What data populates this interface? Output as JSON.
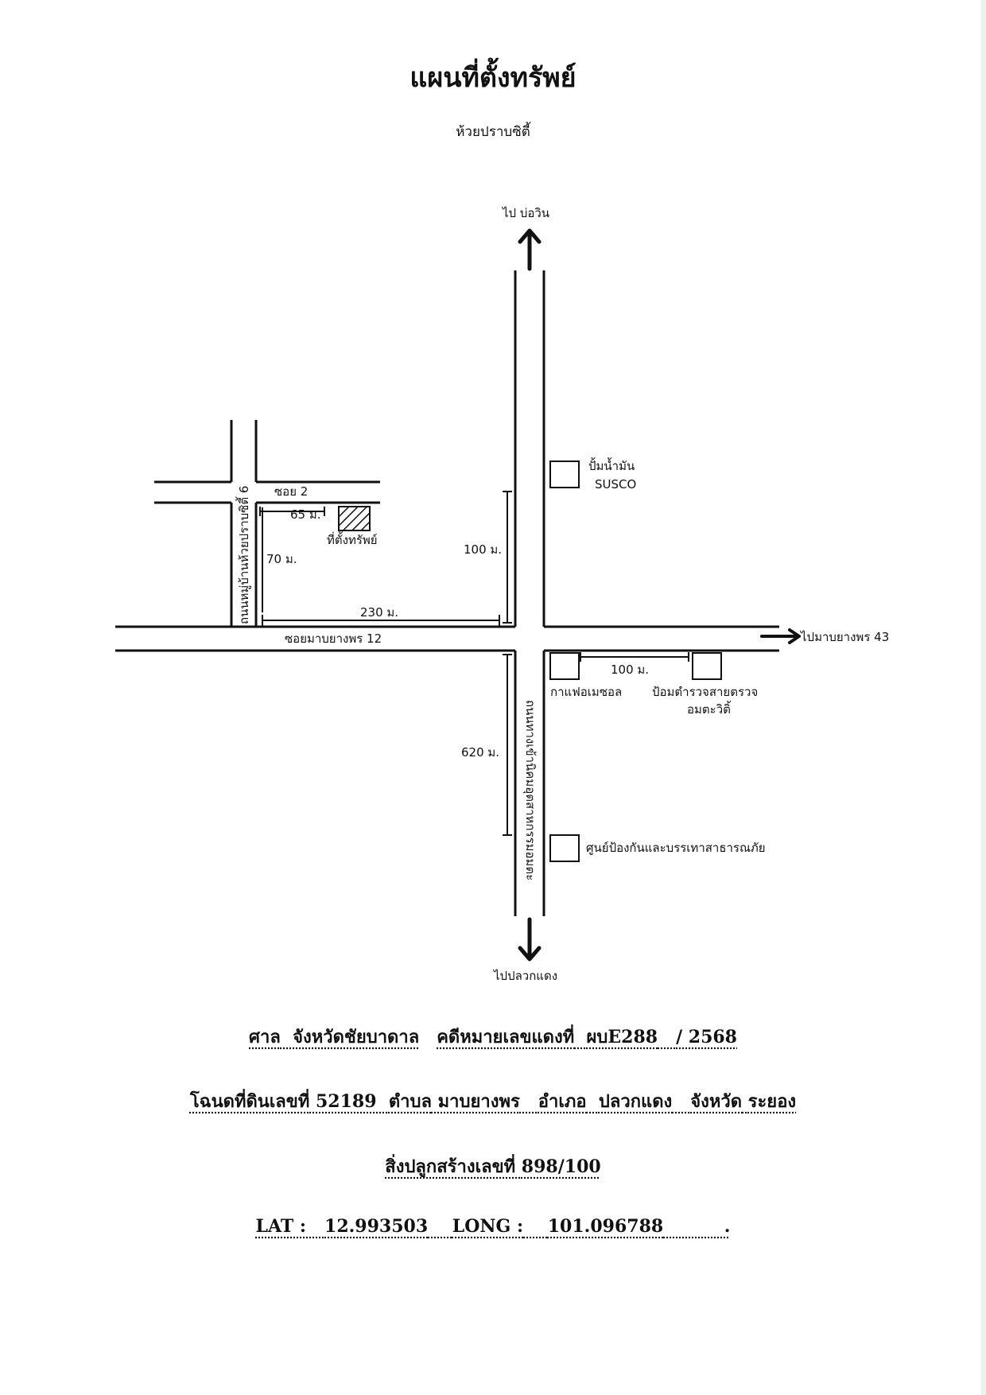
{
  "header": {
    "title": "แผนที่ตั้งทรัพย์",
    "subtitle": "ห้วยปราบซิตี้"
  },
  "map": {
    "directions": {
      "north": "ไป บ่อวิน",
      "south": "ไปปลวกแดง",
      "east": "ไปมาบยางพร 43"
    },
    "roads": {
      "main_road": "ถนนทางเข้านิคมอุตสาหกรรมอมตะ",
      "cross_road": "ซอยมาบยางพร 12",
      "village_road": "ถนนหมู่บ้านห้วยปราบซิตี้ 6",
      "soi": "ซอย 2"
    },
    "distances": {
      "d_65": "65 ม.",
      "d_70": "70 ม.",
      "d_230": "230 ม.",
      "d_100_north": "100 ม.",
      "d_100_east": "100 ม.",
      "d_620": "620 ม."
    },
    "property_label": "ที่ตั้งทรัพย์",
    "landmarks": {
      "gas_station_line1": "ปั้มน้ำมัน",
      "gas_station_line2": "SUSCO",
      "cafe": "กาแฟอเมซอล",
      "police_line1": "ป้อมตำรวจสายตรวจ",
      "police_line2": "อมตะวิติ้",
      "disaster_center": "ศูนย์ป้องกันและบรรเทาสาธารณภัย"
    }
  },
  "details": {
    "court_label": "ศาล",
    "court": "จังหวัดชัยบาดาล",
    "case_label": "คดีหมายเลขแดงที่",
    "case_no": "ผบE288",
    "case_year": "/ 2568",
    "deed_label": "โฉนดที่ดินเลขที่",
    "deed_no": "52189",
    "subdistrict_label": "ตำบล",
    "subdistrict": "มาบยางพร",
    "district_label": "อำเภอ",
    "district": "ปลวกแดง",
    "province_label": "จังหวัด",
    "province": "ระยอง",
    "building_label": "สิ่งปลูกสร้างเลขที่",
    "building_no": "898/100",
    "lat_label": "LAT :",
    "lat": "12.993503",
    "long_label": "LONG :",
    "long": "101.096788",
    "end_mark": "."
  },
  "colors": {
    "ink": "#111111",
    "page_edge": "#e9f3ea"
  }
}
